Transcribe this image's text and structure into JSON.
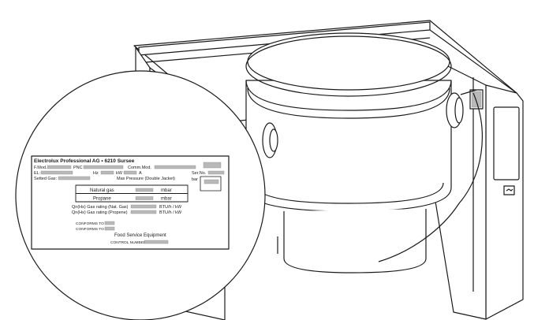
{
  "plate": {
    "manufacturer": "Electrolux Professional AG • 6210 Sursee",
    "f_mod_label": "F.Mod.",
    "pnc_label": "PNC",
    "comm_mod_label": "Comm.Mod.",
    "el_label": "EL:",
    "hz_label": "Hz",
    "kw_label": "kW",
    "a_label": "A",
    "ser_no_label": "Ser.No.",
    "setted_gas_label": "Setted Gas:",
    "max_pressure_label": "Max Pressure (Double Jacket)",
    "bar_label": "bar",
    "natural_gas_label": "Natural gas",
    "propane_label": "Propane",
    "mbar_label_1": "mbar",
    "mbar_label_2": "mbar",
    "rating_nat_label": "Qn(Hs) Gas rating (Nat. Gas)",
    "rating_nat_unit": "BTU/h / kW",
    "rating_prop_label": "Qn(Hs) Gas rating (Propene)",
    "rating_prop_unit": "BTU/h / kW",
    "conforms_to_1": "CONFORMS TO",
    "conforms_to_2": "CONFORMS TO",
    "food_service": "Food Service Equipment",
    "control_number": "CONTROL NUMBER"
  },
  "colors": {
    "line": "#1a1a1a",
    "placeholder": "#b9b9b9",
    "background": "#ffffff"
  },
  "icons": {
    "control_knob": "socket-icon"
  }
}
